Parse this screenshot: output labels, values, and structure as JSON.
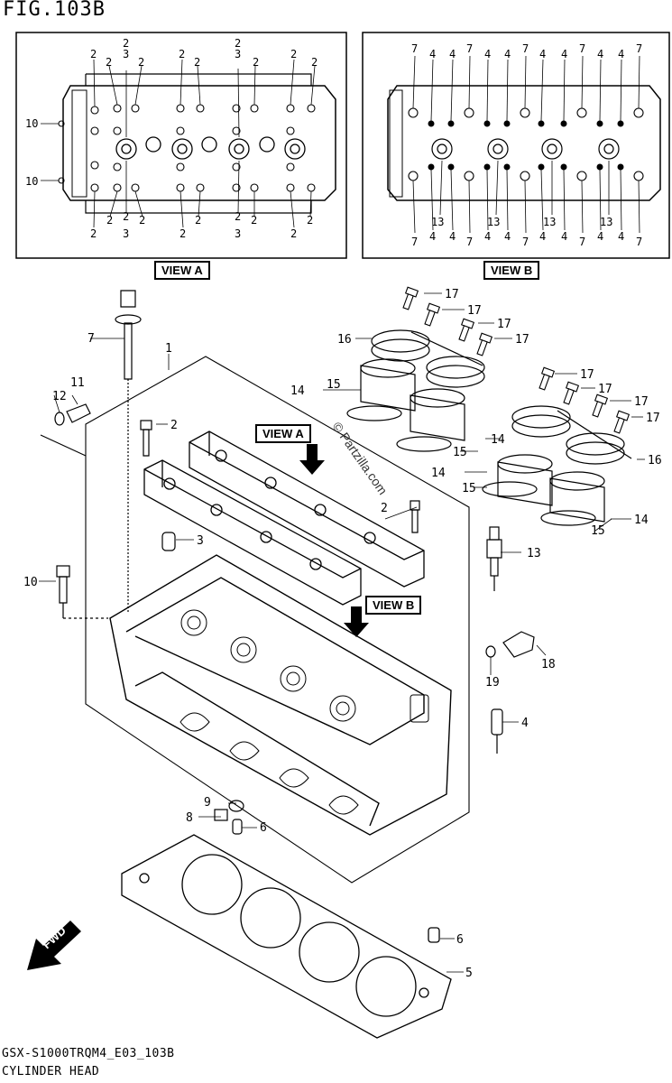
{
  "figure": {
    "title": "FIG.103B",
    "model_code": "GSX-S1000TRQM4_E03_103B",
    "caption": "CYLINDER HEAD",
    "watermark": "© Partzilla.com"
  },
  "views": {
    "view_a_label": "VIEW A",
    "view_b_label": "VIEW B"
  },
  "fwd_label": "FWD",
  "callouts": {
    "p1": "1",
    "p2": "2",
    "p3": "3",
    "p4": "4",
    "p5": "5",
    "p6": "6",
    "p7": "7",
    "p8": "8",
    "p9": "9",
    "p10": "10",
    "p11": "11",
    "p12": "12",
    "p13": "13",
    "p14": "14",
    "p15": "15",
    "p16": "16",
    "p17": "17",
    "p18": "18",
    "p19": "19"
  }
}
